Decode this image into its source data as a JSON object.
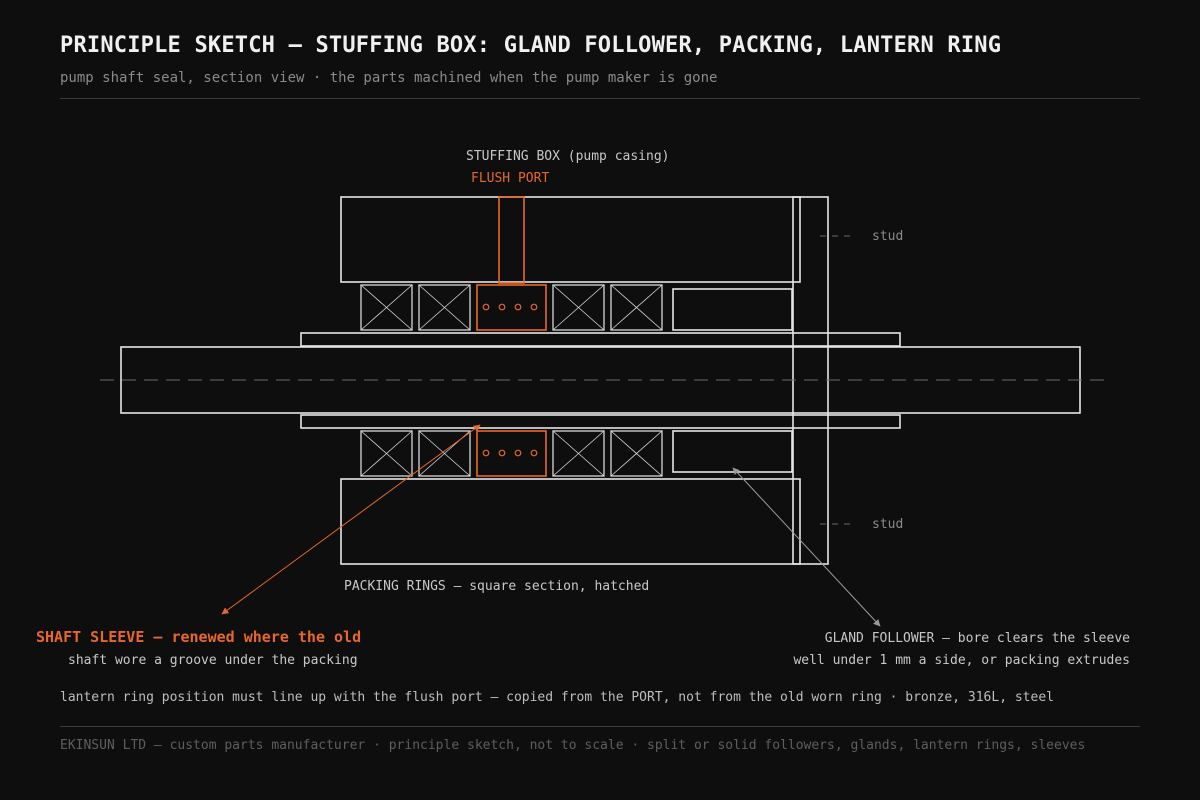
{
  "header": {
    "title": "PRINCIPLE SKETCH — STUFFING BOX: GLAND FOLLOWER, PACKING, LANTERN RING",
    "subtitle": "pump shaft seal, section view · the parts machined when the pump maker is gone"
  },
  "labels": {
    "stuffing_box": "STUFFING BOX (pump casing)",
    "flush_port": "FLUSH PORT",
    "stud_top": "stud",
    "stud_bottom": "stud",
    "packing_rings": "PACKING RINGS — square section, hatched",
    "shaft_sleeve_line1": "SHAFT SLEEVE — renewed where the old",
    "shaft_sleeve_line2": "shaft wore a groove under the packing",
    "gland_follower_line1": "GLAND FOLLOWER — bore clears the sleeve",
    "gland_follower_line2": "well under 1 mm a side, or packing extrudes"
  },
  "note": "lantern ring position must line up with the flush port — copied from the PORT, not from the old worn ring · bronze, 316L, steel",
  "footer": "EKINSUN LTD — custom parts manufacturer · principle sketch, not to scale · split or solid followers, glands, lantern rings, sleeves",
  "colors": {
    "background": "#0e0e0e",
    "line": "#e6e6e6",
    "accent": "#e8682a",
    "muted": "#8a8a8a"
  }
}
